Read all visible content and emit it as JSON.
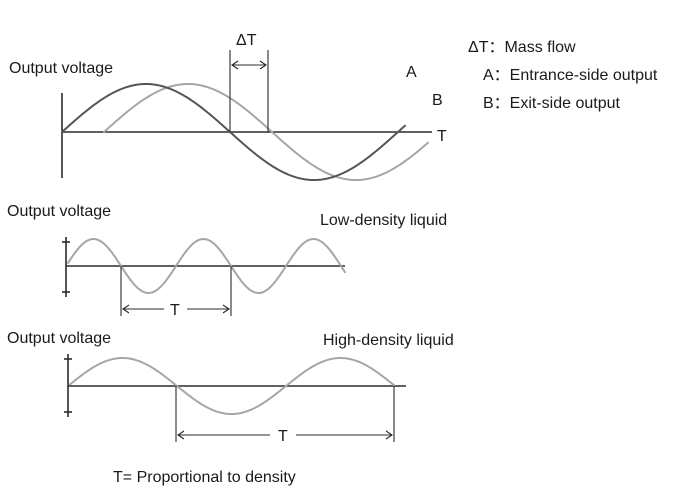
{
  "legend": {
    "delta_t": "ΔT：Mass flow",
    "a": "A：Entrance-side output",
    "b": "B：Exit-side output"
  },
  "top_panel": {
    "ylabel": "Output voltage",
    "delta_t_label": "ΔT",
    "wave_a_label": "A",
    "wave_b_label": "B",
    "time_label": "T"
  },
  "low_panel": {
    "ylabel": "Output voltage",
    "title": "Low-density liquid",
    "period_label": "T"
  },
  "high_panel": {
    "ylabel": "Output voltage",
    "title": "High-density liquid",
    "period_label": "T"
  },
  "footer": "T= Proportional to density",
  "colors": {
    "axis": "#2b2b2b",
    "wave_a": "#555555",
    "wave_b": "#a6a6a6",
    "text": "#1a1a1a"
  }
}
